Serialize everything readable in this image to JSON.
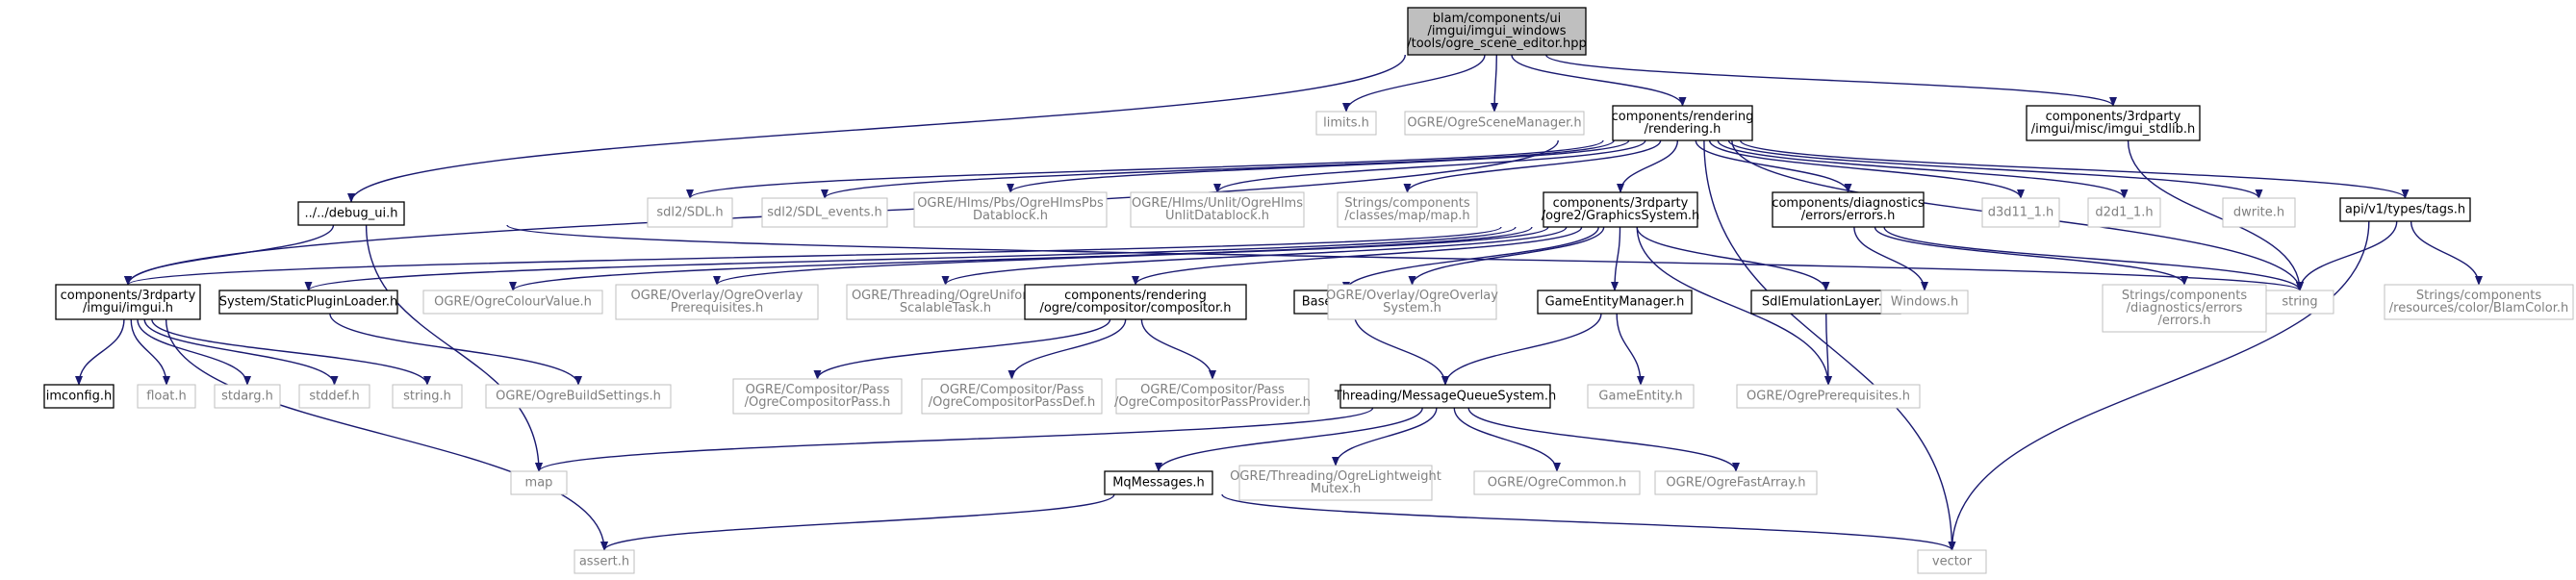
{
  "nodes": {
    "root": [
      "blam/components/ui",
      "/imgui/imgui_windows",
      "/tools/ogre_scene_editor.hpp"
    ],
    "limits": [
      "limits.h"
    ],
    "ogre_scene_manager": [
      "OGRE/OgreSceneManager.h"
    ],
    "rendering": [
      "components/rendering",
      "/rendering.h"
    ],
    "imgui_stdlib": [
      "components/3rdparty",
      "/imgui/misc/imgui_stdlib.h"
    ],
    "debug_ui": [
      "../../debug_ui.h"
    ],
    "sdl": [
      "sdl2/SDL.h"
    ],
    "sdl_events": [
      "sdl2/SDL_events.h"
    ],
    "hlms_pbs": [
      "OGRE/Hlms/Pbs/OgreHlmsPbs",
      "Datablock.h"
    ],
    "hlms_unlit": [
      "OGRE/Hlms/Unlit/OgreHlms",
      "UnlitDatablock.h"
    ],
    "strings_map": [
      "Strings/components",
      "/classes/map/map.h"
    ],
    "graphics_system": [
      "components/3rdparty",
      "/ogre2/GraphicsSystem.h"
    ],
    "diag_errors": [
      "components/diagnostics",
      "/errors/errors.h"
    ],
    "d3d11": [
      "d3d11_1.h"
    ],
    "d2d1": [
      "d2d1_1.h"
    ],
    "dwrite": [
      "dwrite.h"
    ],
    "tags": [
      "api/v1/types/tags.h"
    ],
    "imgui": [
      "components/3rdparty",
      "/imgui/imgui.h"
    ],
    "static_plugin_loader": [
      "System/StaticPluginLoader.h"
    ],
    "colour_value": [
      "OGRE/OgreColourValue.h"
    ],
    "overlay_prereq": [
      "OGRE/Overlay/OgreOverlay",
      "Prerequisites.h"
    ],
    "uniform_task": [
      "OGRE/Threading/OgreUniform",
      "ScalableTask.h"
    ],
    "compositor": [
      "components/rendering",
      "/ogre/compositor/compositor.h"
    ],
    "base_system": [
      "BaseSystem.h"
    ],
    "overlay_system": [
      "OGRE/Overlay/OgreOverlay",
      "System.h"
    ],
    "game_entity_manager": [
      "GameEntityManager.h"
    ],
    "sdl_emulation": [
      "SdlEmulationLayer.h"
    ],
    "windows": [
      "Windows.h"
    ],
    "strings_errors": [
      "Strings/components",
      "/diagnostics/errors",
      "/errors.h"
    ],
    "string": [
      "string"
    ],
    "blam_color": [
      "Strings/components",
      "/resources/color/BlamColor.h"
    ],
    "imconfig": [
      "imconfig.h"
    ],
    "float": [
      "float.h"
    ],
    "stdarg": [
      "stdarg.h"
    ],
    "stddef": [
      "stddef.h"
    ],
    "string_h": [
      "string.h"
    ],
    "build_settings": [
      "OGRE/OgreBuildSettings.h"
    ],
    "comp_pass": [
      "OGRE/Compositor/Pass",
      "/OgreCompositorPass.h"
    ],
    "comp_pass_def": [
      "OGRE/Compositor/Pass",
      "/OgreCompositorPassDef.h"
    ],
    "comp_pass_provider": [
      "OGRE/Compositor/Pass",
      "/OgreCompositorPassProvider.h"
    ],
    "message_queue": [
      "Threading/MessageQueueSystem.h"
    ],
    "game_entity": [
      "GameEntity.h"
    ],
    "ogre_prereq": [
      "OGRE/OgrePrerequisites.h"
    ],
    "map": [
      "map"
    ],
    "mq_messages": [
      "MqMessages.h"
    ],
    "lightweight_mutex": [
      "OGRE/Threading/OgreLightweight",
      "Mutex.h"
    ],
    "ogre_common": [
      "OGRE/OgreCommon.h"
    ],
    "fast_array": [
      "OGRE/OgreFastArray.h"
    ],
    "assert": [
      "assert.h"
    ],
    "vector": [
      "vector"
    ]
  },
  "node_styles": {
    "root": "root",
    "game_entity": "red",
    "documented": [
      "rendering",
      "imgui_stdlib",
      "debug_ui",
      "graphics_system",
      "diag_errors",
      "tags",
      "imgui",
      "static_plugin_loader",
      "compositor",
      "base_system",
      "game_entity_manager",
      "sdl_emulation",
      "imconfig",
      "message_queue",
      "mq_messages"
    ]
  },
  "edges": [
    [
      "root",
      "debug_ui"
    ],
    [
      "root",
      "limits"
    ],
    [
      "root",
      "ogre_scene_manager"
    ],
    [
      "root",
      "rendering"
    ],
    [
      "root",
      "imgui_stdlib"
    ],
    [
      "rendering",
      "sdl"
    ],
    [
      "rendering",
      "sdl_events"
    ],
    [
      "rendering",
      "hlms_pbs"
    ],
    [
      "rendering",
      "hlms_unlit"
    ],
    [
      "rendering",
      "strings_map"
    ],
    [
      "rendering",
      "graphics_system"
    ],
    [
      "rendering",
      "diag_errors"
    ],
    [
      "rendering",
      "d3d11"
    ],
    [
      "rendering",
      "d2d1"
    ],
    [
      "rendering",
      "dwrite"
    ],
    [
      "rendering",
      "tags"
    ],
    [
      "rendering",
      "string"
    ],
    [
      "rendering",
      "vector"
    ],
    [
      "rendering",
      "imgui"
    ],
    [
      "imgui_stdlib",
      "string"
    ],
    [
      "debug_ui",
      "imgui"
    ],
    [
      "debug_ui",
      "string"
    ],
    [
      "debug_ui",
      "map"
    ],
    [
      "graphics_system",
      "imgui"
    ],
    [
      "graphics_system",
      "static_plugin_loader"
    ],
    [
      "graphics_system",
      "colour_value"
    ],
    [
      "graphics_system",
      "overlay_prereq"
    ],
    [
      "graphics_system",
      "uniform_task"
    ],
    [
      "graphics_system",
      "compositor"
    ],
    [
      "graphics_system",
      "base_system"
    ],
    [
      "graphics_system",
      "overlay_system"
    ],
    [
      "graphics_system",
      "game_entity_manager"
    ],
    [
      "graphics_system",
      "sdl_emulation"
    ],
    [
      "graphics_system",
      "ogre_prereq"
    ],
    [
      "diag_errors",
      "windows"
    ],
    [
      "diag_errors",
      "strings_errors"
    ],
    [
      "diag_errors",
      "string"
    ],
    [
      "tags",
      "string"
    ],
    [
      "tags",
      "blam_color"
    ],
    [
      "tags",
      "vector"
    ],
    [
      "imgui",
      "imconfig"
    ],
    [
      "imgui",
      "float"
    ],
    [
      "imgui",
      "stdarg"
    ],
    [
      "imgui",
      "stddef"
    ],
    [
      "imgui",
      "string_h"
    ],
    [
      "imgui",
      "assert"
    ],
    [
      "static_plugin_loader",
      "build_settings"
    ],
    [
      "compositor",
      "comp_pass"
    ],
    [
      "compositor",
      "comp_pass_def"
    ],
    [
      "compositor",
      "comp_pass_provider"
    ],
    [
      "base_system",
      "message_queue"
    ],
    [
      "game_entity_manager",
      "message_queue"
    ],
    [
      "game_entity_manager",
      "game_entity"
    ],
    [
      "sdl_emulation",
      "ogre_prereq"
    ],
    [
      "message_queue",
      "map"
    ],
    [
      "message_queue",
      "mq_messages"
    ],
    [
      "message_queue",
      "lightweight_mutex"
    ],
    [
      "message_queue",
      "ogre_common"
    ],
    [
      "message_queue",
      "fast_array"
    ],
    [
      "mq_messages",
      "assert"
    ],
    [
      "mq_messages",
      "vector"
    ]
  ]
}
